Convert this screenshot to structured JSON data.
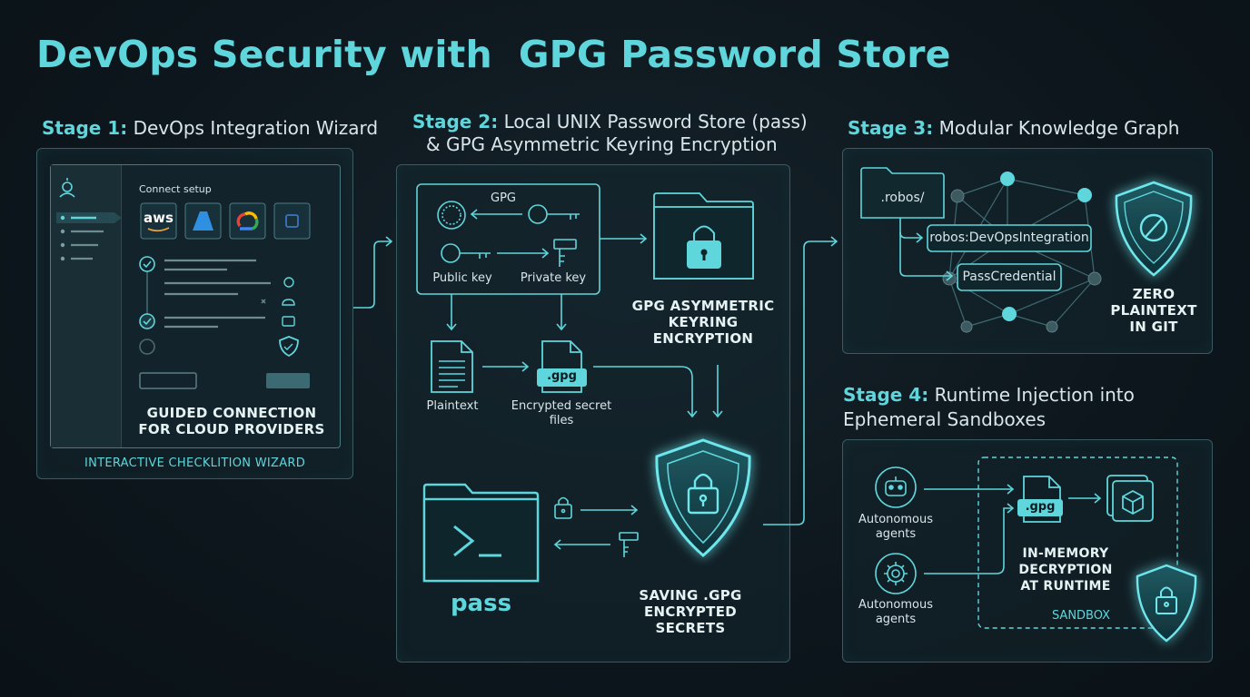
{
  "title": "DevOps Security with  GPG Password Store",
  "stage1": {
    "num": "Stage 1:",
    "title": " DevOps Integration Wizard",
    "connect_label": "Connect setup",
    "providers": [
      "aws",
      "azure-icon",
      "gcp-icon",
      "generic-cloud-icon"
    ],
    "caption_line1": "GUIDED CONNECTION",
    "caption_line2": "FOR CLOUD PROVIDERS",
    "footer": "INTERACTIVE CHECKLITION WIZARD"
  },
  "stage2": {
    "num": "Stage 2:",
    "title_line1": " Local UNIX Password Store (pass)",
    "title_line2": "& GPG Asymmetric Keyring Encryption",
    "gpg_label": "GPG",
    "public_key": "Public key",
    "private_key": "Private key",
    "keyring_line1": "GPG ASYMMETRIC",
    "keyring_line2": "KEYRING",
    "keyring_line3": "ENCRYPTION",
    "plaintext": "Plaintext",
    "gpg_badge": ".gpg",
    "encrypted_line1": "Encrypted secret",
    "encrypted_line2": "files",
    "pass_label": "pass",
    "saving_line1": "SAVING .GPG",
    "saving_line2": "ENCRYPTED SECRETS"
  },
  "stage3": {
    "num": "Stage 3:",
    "title": " Modular Knowledge Graph",
    "folder": ".robos/",
    "node1": "robos:DevOpsIntegration",
    "node2": "PassCredential",
    "zero_line1": "ZERO",
    "zero_line2": "PLAINTEXT",
    "zero_line3": "IN GIT"
  },
  "stage4": {
    "num": "Stage 4:",
    "title_line1": " Runtime Injection into",
    "title_line2": "Ephemeral Sandboxes",
    "agent1_line1": "Autonomous",
    "agent1_line2": "agents",
    "agent2_line1": "Autonomous",
    "agent2_line2": "agents",
    "gpg_badge": ".gpg",
    "mem_line1": "IN-MEMORY",
    "mem_line2": "DECRYPTION",
    "mem_line3": "AT RUNTIME",
    "sandbox": "SANDBOX"
  },
  "colors": {
    "accent": "#5fd6dc",
    "panel_border": "#3b5960",
    "background": "#0d161c"
  }
}
